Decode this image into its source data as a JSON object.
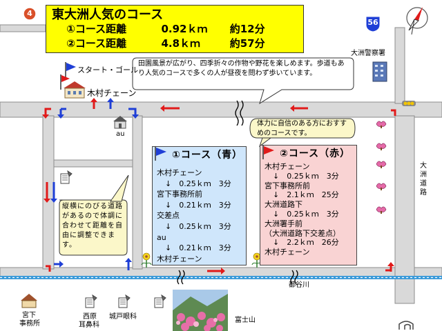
{
  "route_badge": "4",
  "route_shield": "56",
  "title": {
    "heading": "東大洲人気のコース",
    "course1_label": "①コース距離",
    "course1_distance": "0.92ｋｍ",
    "course1_time": "約12分",
    "course2_label": "②コース距離",
    "course2_distance": "4.8ｋｍ",
    "course2_time": "約57分"
  },
  "labels": {
    "start_goal": "スタート・ゴール",
    "kimura_chain": "木村チェーン",
    "ozu_police": "大洲警察署",
    "au": "au",
    "ozu_road": "大洲道路",
    "togawa": "都谷川",
    "miyashita_1": "宮下",
    "miyashita_2": "事務所",
    "nishihara_1": "西原",
    "nishihara_2": "耳鼻科",
    "kidoganka": "城戸眼科",
    "fujiyama": "富士山"
  },
  "notes": {
    "scenery": "田園風景が広がり、四季折々の作物や野花を楽しめます。歩道もあり人気のコースで多くの人が昼夜を問わず歩いています。",
    "confidence": "体力に自信のある方におすすめのコースです。",
    "vertical_roads": "縦横にのびる道路があるので体調に合わせて距離を自由に調整できます。"
  },
  "course1": {
    "heading": "①コース（青）",
    "items": [
      {
        "text": "木村チェーン",
        "type": "place"
      },
      {
        "text": "↓　0.25ｋｍ　3分",
        "type": "dist"
      },
      {
        "text": "宮下事務所前",
        "type": "place"
      },
      {
        "text": "↓　0.21ｋｍ　3分",
        "type": "dist"
      },
      {
        "text": "交差点",
        "type": "place"
      },
      {
        "text": "↓　0.25ｋｍ　3分",
        "type": "dist"
      },
      {
        "text": "au",
        "type": "place"
      },
      {
        "text": "↓　0.21ｋｍ　3分",
        "type": "dist"
      },
      {
        "text": "木村チェーン",
        "type": "place"
      }
    ]
  },
  "course2": {
    "heading": "②コース（赤）",
    "items": [
      {
        "text": "木村チェーン",
        "type": "place"
      },
      {
        "text": "↓　0.25ｋｍ　3分",
        "type": "dist"
      },
      {
        "text": "宮下事務所前",
        "type": "place"
      },
      {
        "text": "↓　2.1ｋｍ　25分",
        "type": "dist"
      },
      {
        "text": "大洲道路下",
        "type": "place"
      },
      {
        "text": "↓　0.25ｋｍ　3分",
        "type": "dist"
      },
      {
        "text": "大洲署手前",
        "type": "place"
      },
      {
        "text": "（大洲道路下交差点）",
        "type": "place"
      },
      {
        "text": "↓　2.2ｋｍ　26分",
        "type": "dist"
      },
      {
        "text": "木村チェーン",
        "type": "place"
      }
    ]
  },
  "colors": {
    "road": "#d8d8d8",
    "road_edge": "#8c8c8c",
    "blue_route": "#1f3fd6",
    "red_route": "#e11a1a",
    "river": "#3a9ad9",
    "title_bg": "#ffff00",
    "course1_bg": "#cfe6fb",
    "course2_bg": "#f9d3d3",
    "note_bg": "#fbf7c9",
    "scenery_bg": "#ffffff",
    "badge": "#d9502a"
  },
  "icons": [
    "north-arrow-icon",
    "flag-icon",
    "building-icon",
    "au-shop-icon",
    "sakura-icon",
    "flower-icon",
    "clinic-icon",
    "house-icon"
  ]
}
